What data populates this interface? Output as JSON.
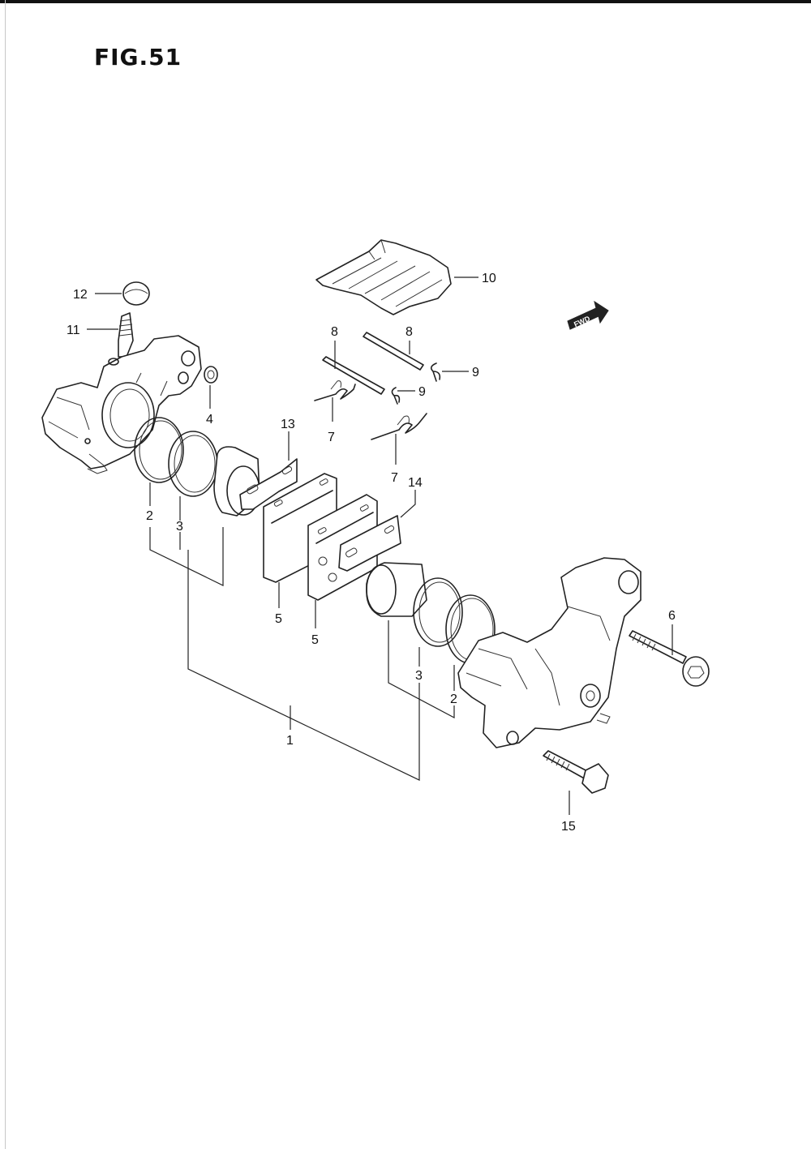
{
  "figure": {
    "title": "FIG.51"
  },
  "direction_marker": {
    "label": "FWD"
  },
  "callouts": {
    "c1": "1",
    "c2a": "2",
    "c2b": "2",
    "c3a": "3",
    "c3b": "3",
    "c4": "4",
    "c5a": "5",
    "c5b": "5",
    "c6": "6",
    "c7a": "7",
    "c7b": "7",
    "c8a": "8",
    "c8b": "8",
    "c9a": "9",
    "c9b": "9",
    "c10": "10",
    "c11": "11",
    "c12": "12",
    "c13": "13",
    "c14": "14",
    "c15": "15"
  }
}
